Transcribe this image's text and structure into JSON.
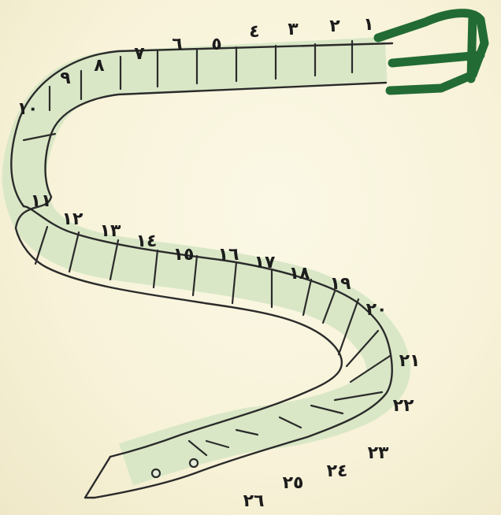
{
  "colors": {
    "belt_fill": "#d9e7c6",
    "outline": "#2b2b2b",
    "buckle": "#236b35",
    "labels": "#1c1c1c"
  },
  "segments": [
    {
      "label": "١"
    },
    {
      "label": "٢"
    },
    {
      "label": "٣"
    },
    {
      "label": "٤"
    },
    {
      "label": "٥"
    },
    {
      "label": "٦"
    },
    {
      "label": "٧"
    },
    {
      "label": "٨"
    },
    {
      "label": "٩"
    },
    {
      "label": "١٠"
    },
    {
      "label": "١١"
    },
    {
      "label": "١٢"
    },
    {
      "label": "١٣"
    },
    {
      "label": "١٤"
    },
    {
      "label": "١٥"
    },
    {
      "label": "١٦"
    },
    {
      "label": "١٧"
    },
    {
      "label": "١٨"
    },
    {
      "label": "١٩"
    },
    {
      "label": "٢٠"
    },
    {
      "label": "٢١"
    },
    {
      "label": "٢٢"
    },
    {
      "label": "٢٣"
    },
    {
      "label": "٢٤"
    },
    {
      "label": "٢٥"
    },
    {
      "label": "٢٦"
    }
  ],
  "icons": {
    "buckle": "belt-buckle-icon",
    "holes": "belt-hole-icon"
  }
}
